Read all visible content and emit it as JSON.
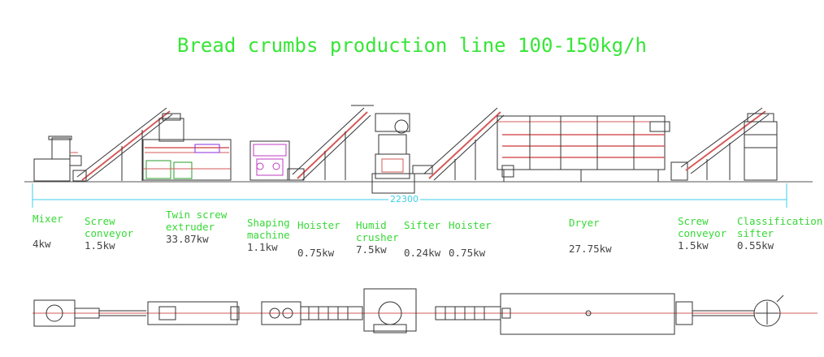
{
  "title": "Bread crumbs production line 100-150kg/h",
  "overall_length": "22300",
  "colors": {
    "title": "#36e636",
    "label": "#37d837",
    "dimension": "#3ccfe8",
    "frame": "#d65a5a",
    "line": "#222222"
  },
  "machines": [
    {
      "name": "Mixer",
      "power": "4kw"
    },
    {
      "name": "Screw conveyor",
      "power": "1.5kw"
    },
    {
      "name": "Twin screw extruder",
      "power": "33.87kw"
    },
    {
      "name": "Shaping machine",
      "power": "1.1kw"
    },
    {
      "name": "Hoister",
      "power": "0.75kw"
    },
    {
      "name": "Humid crusher",
      "power": "7.5kw"
    },
    {
      "name": "Sifter",
      "power": "0.24kw"
    },
    {
      "name": "Hoister",
      "power": "0.75kw"
    },
    {
      "name": "Dryer",
      "power": "27.75kw"
    },
    {
      "name": "Screw conveyor",
      "power": "1.5kw"
    },
    {
      "name": "Classification sifter",
      "power": "0.55kw"
    }
  ]
}
